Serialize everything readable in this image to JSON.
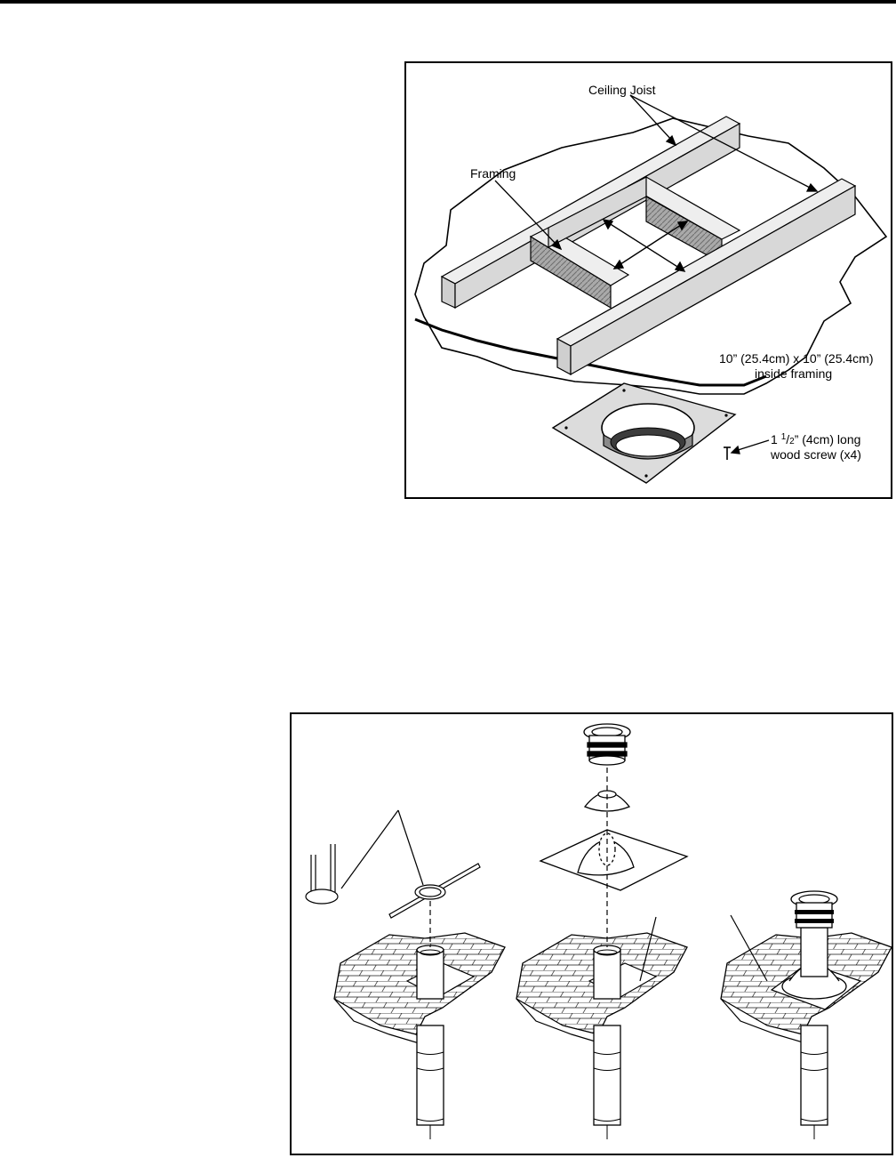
{
  "figure1": {
    "labels": {
      "ceiling_joist": "Ceiling Joist",
      "framing": "Framing",
      "dimension_line1": "10” (25.4cm) x 10” (25.4cm)",
      "dimension_line2": "inside framing",
      "screw_prefix": "1 ",
      "screw_sup": "1",
      "screw_sep": "/",
      "screw_sub": "2",
      "screw_rest": "” (4cm) long",
      "screw_line2": "wood screw (x4)"
    }
  },
  "colors": {
    "ink": "#000000",
    "wood_face": "#d8d8d8",
    "wood_top": "#eeeeee",
    "wood_grain": "#7a7a7a",
    "plate": "#dcdcdc",
    "ceiling": "#ffffff"
  }
}
